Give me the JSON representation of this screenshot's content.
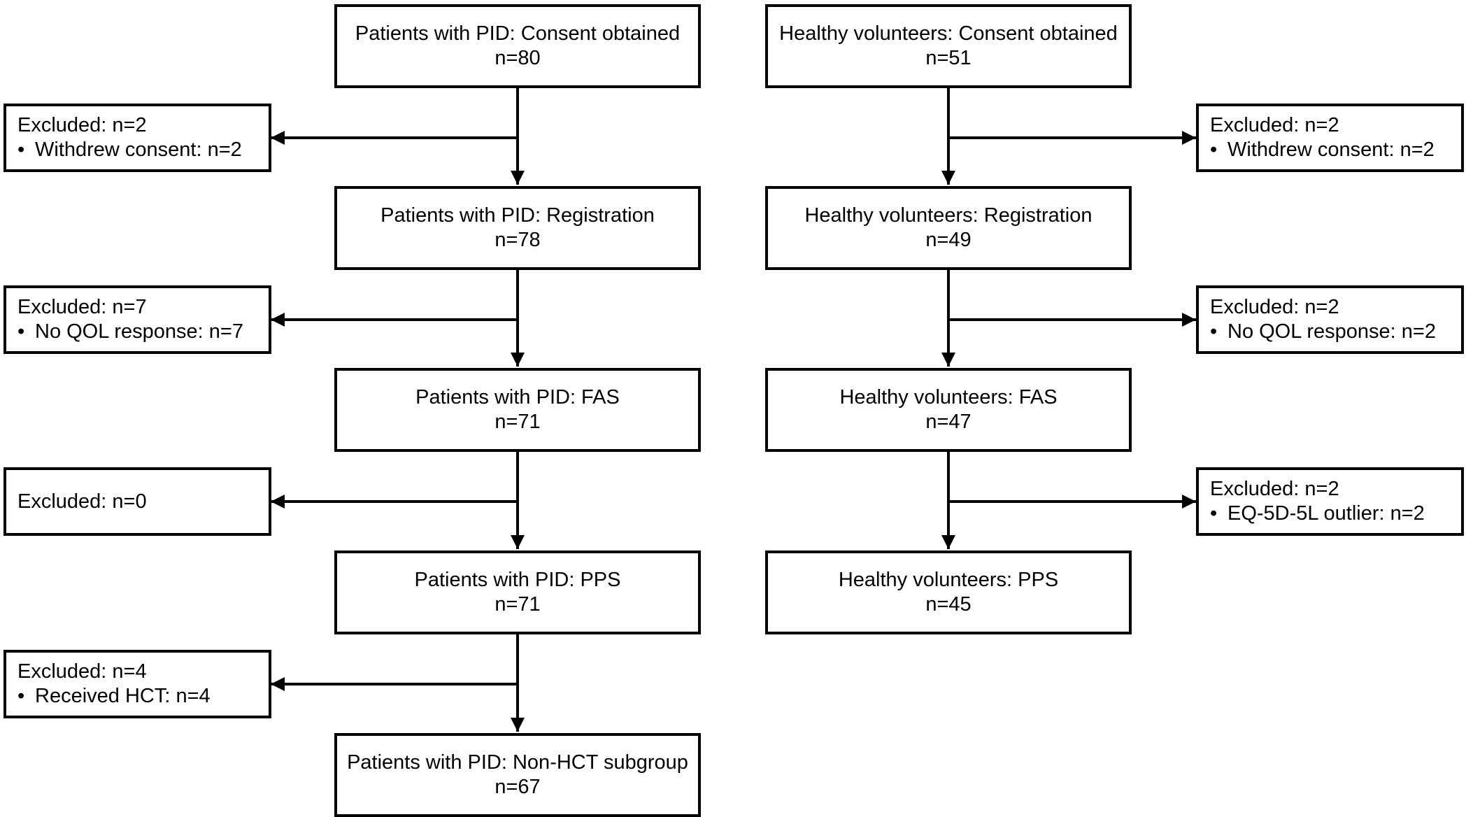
{
  "patients": {
    "consent": {
      "title": "Patients with PID: Consent obtained",
      "n": "n=80"
    },
    "registration": {
      "title": "Patients with PID: Registration",
      "n": "n=78"
    },
    "fas": {
      "title": "Patients with PID: FAS",
      "n": "n=71"
    },
    "pps": {
      "title": "Patients with PID: PPS",
      "n": "n=71"
    },
    "nonhct": {
      "title": "Patients with PID: Non-HCT subgroup",
      "n": "n=67"
    },
    "excluded": [
      {
        "head": "Excluded: n=2",
        "bullet": "•",
        "detail": "Withdrew consent: n=2"
      },
      {
        "head": "Excluded: n=7",
        "bullet": "•",
        "detail": "No QOL response: n=7"
      },
      {
        "head": "Excluded: n=0"
      },
      {
        "head": "Excluded: n=4",
        "bullet": "•",
        "detail": "Received HCT: n=4"
      }
    ]
  },
  "volunteers": {
    "consent": {
      "title": "Healthy volunteers: Consent obtained",
      "n": "n=51"
    },
    "registration": {
      "title": "Healthy volunteers: Registration",
      "n": "n=49"
    },
    "fas": {
      "title": "Healthy volunteers: FAS",
      "n": "n=47"
    },
    "pps": {
      "title": "Healthy volunteers: PPS",
      "n": "n=45"
    },
    "excluded": [
      {
        "head": "Excluded: n=2",
        "bullet": "•",
        "detail": "Withdrew consent: n=2"
      },
      {
        "head": "Excluded: n=2",
        "bullet": "•",
        "detail": "No QOL response: n=2"
      },
      {
        "head": "Excluded: n=2",
        "bullet": "•",
        "detail": "EQ-5D-5L outlier: n=2"
      }
    ]
  },
  "colors": {
    "stroke": "#000000",
    "background": "#ffffff"
  }
}
